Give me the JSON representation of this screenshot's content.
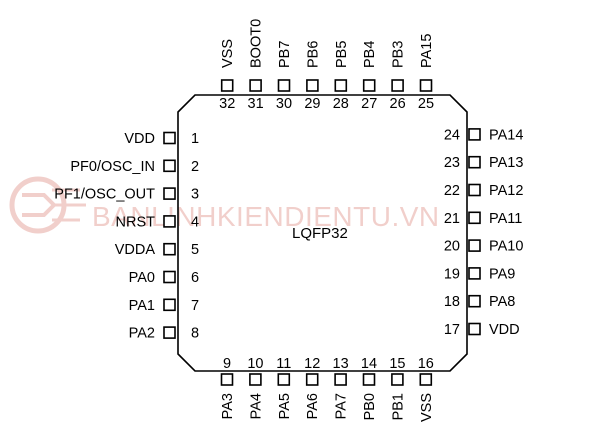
{
  "package_label": "LQFP32",
  "watermark": "BANLINHKIENDIENTU.VN",
  "pins": {
    "left": [
      {
        "num": "1",
        "name": "VDD"
      },
      {
        "num": "2",
        "name": "PF0/OSC_IN"
      },
      {
        "num": "3",
        "name": "PF1/OSC_OUT"
      },
      {
        "num": "4",
        "name": "NRST"
      },
      {
        "num": "5",
        "name": "VDDA"
      },
      {
        "num": "6",
        "name": "PA0"
      },
      {
        "num": "7",
        "name": "PA1"
      },
      {
        "num": "8",
        "name": "PA2"
      }
    ],
    "bottom": [
      {
        "num": "9",
        "name": "PA3"
      },
      {
        "num": "10",
        "name": "PA4"
      },
      {
        "num": "11",
        "name": "PA5"
      },
      {
        "num": "12",
        "name": "PA6"
      },
      {
        "num": "13",
        "name": "PA7"
      },
      {
        "num": "14",
        "name": "PB0"
      },
      {
        "num": "15",
        "name": "PB1"
      },
      {
        "num": "16",
        "name": "VSS"
      }
    ],
    "right": [
      {
        "num": "17",
        "name": "VDD"
      },
      {
        "num": "18",
        "name": "PA8"
      },
      {
        "num": "19",
        "name": "PA9"
      },
      {
        "num": "20",
        "name": "PA10"
      },
      {
        "num": "21",
        "name": "PA11"
      },
      {
        "num": "22",
        "name": "PA12"
      },
      {
        "num": "23",
        "name": "PA13"
      },
      {
        "num": "24",
        "name": "PA14"
      }
    ],
    "top": [
      {
        "num": "25",
        "name": "PA15"
      },
      {
        "num": "26",
        "name": "PB3"
      },
      {
        "num": "27",
        "name": "PB4"
      },
      {
        "num": "28",
        "name": "PB5"
      },
      {
        "num": "29",
        "name": "PB6"
      },
      {
        "num": "30",
        "name": "PB7"
      },
      {
        "num": "31",
        "name": "BOOT0"
      },
      {
        "num": "32",
        "name": "VSS"
      }
    ]
  },
  "colors": {
    "outline": "#000000",
    "watermark": "#e7a9a2"
  }
}
